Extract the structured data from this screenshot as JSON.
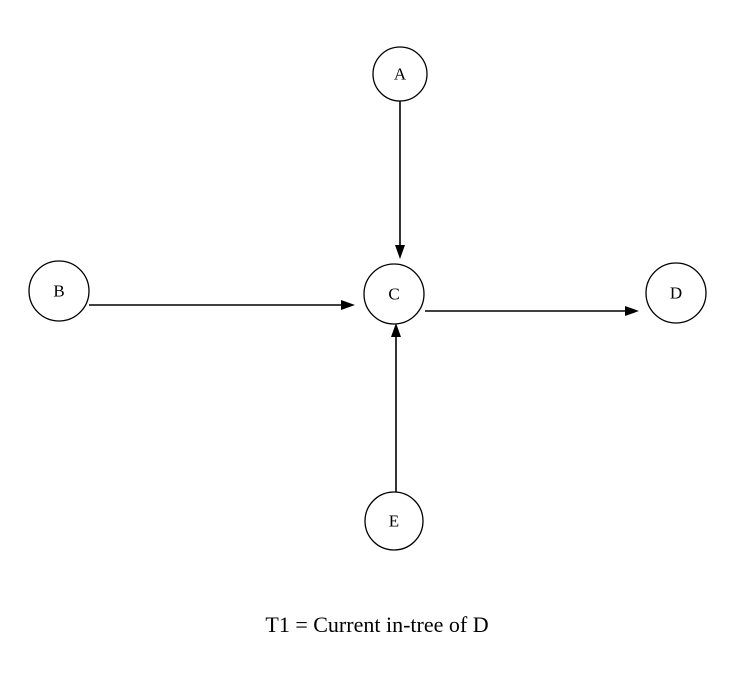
{
  "diagram": {
    "nodes": [
      {
        "id": "A",
        "label": "A"
      },
      {
        "id": "B",
        "label": "B"
      },
      {
        "id": "C",
        "label": "C"
      },
      {
        "id": "D",
        "label": "D"
      },
      {
        "id": "E",
        "label": "E"
      }
    ],
    "edges": [
      {
        "from": "A",
        "to": "C"
      },
      {
        "from": "B",
        "to": "C"
      },
      {
        "from": "E",
        "to": "C"
      },
      {
        "from": "C",
        "to": "D"
      }
    ],
    "caption": "T1 = Current in-tree of D"
  }
}
